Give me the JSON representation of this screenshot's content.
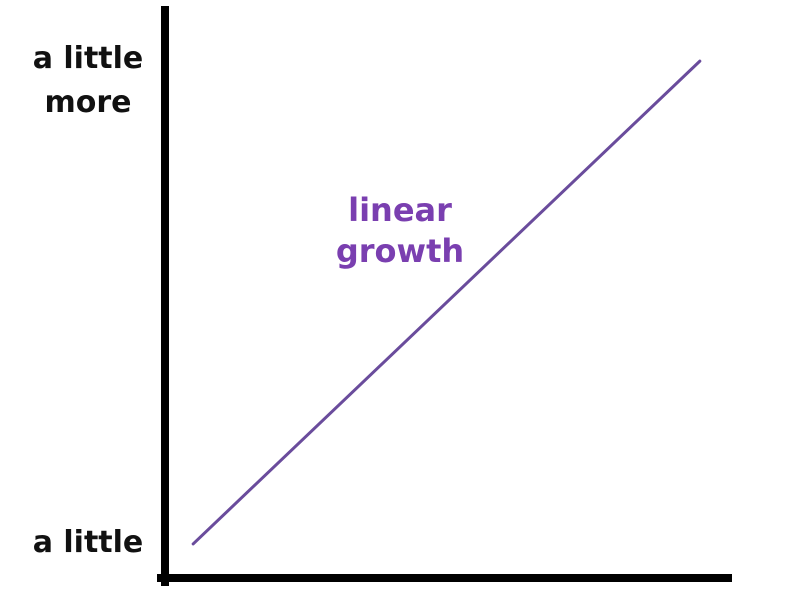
{
  "chart_data": {
    "type": "line",
    "title": "",
    "xlabel": "",
    "ylabel": "",
    "xlim": [
      0,
      10
    ],
    "ylim": [
      0,
      10
    ],
    "grid": false,
    "y_tick_labels": {
      "top": [
        "a little",
        "more"
      ],
      "bottom": "a little"
    },
    "series": [
      {
        "x": [
          0.5,
          9.5
        ],
        "y": [
          0.6,
          9.1
        ]
      }
    ],
    "annotation": [
      "linear",
      "growth"
    ],
    "colors": {
      "line": "#6a4c9c",
      "annotation": "#7a3fb0",
      "axis": "#000000"
    }
  }
}
